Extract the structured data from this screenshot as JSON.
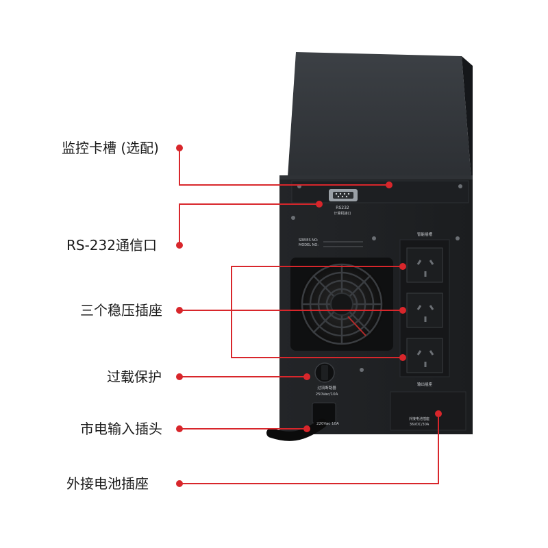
{
  "colors": {
    "callout_red": "#d8262b",
    "ups_body": "#2a2d31",
    "ups_panel": "#1e2023",
    "background": "#ffffff"
  },
  "callouts": [
    {
      "id": "monitor-slot",
      "text": "监控卡槽 (选配)"
    },
    {
      "id": "rs232-port",
      "text": "RS-232通信口"
    },
    {
      "id": "stabilized-sockets",
      "text": "三个稳压插座"
    },
    {
      "id": "overload-protection",
      "text": "过载保护"
    },
    {
      "id": "mains-input",
      "text": "市电输入插头"
    },
    {
      "id": "external-battery",
      "text": "外接电池插座"
    }
  ],
  "panel_text": {
    "rs232_title": "RS232",
    "rs232_sub": "计算机接口",
    "series_no": "SREIES  NO:",
    "model_no": "MODEL  NO:",
    "outlets_top": "智能插槽",
    "outlets_bottom": "输出插座",
    "breaker_title": "过流断路器",
    "breaker_rating": "250Vac/10A",
    "input_rating": "220Vac 10A",
    "battery_title": "外接电池插座",
    "battery_rating": "36VDC/30A"
  }
}
